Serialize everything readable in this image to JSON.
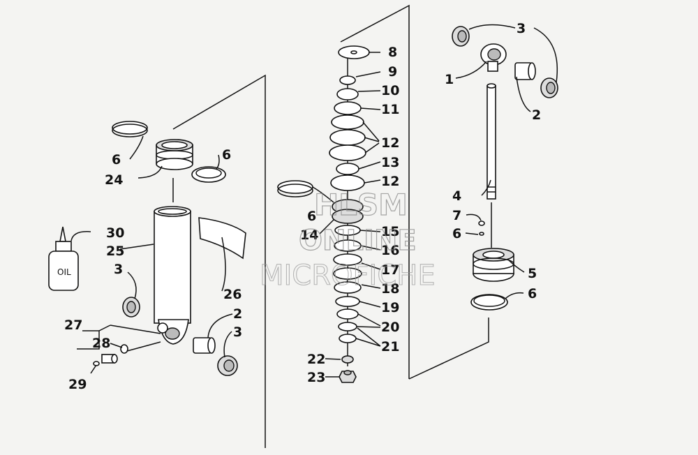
{
  "watermark": {
    "line1": "HLSM",
    "line2": "ONLINE",
    "line3": "MICROFICHE"
  },
  "oil_bottle_label": "OIL",
  "callouts": {
    "c1": "1",
    "c2a": "2",
    "c2b": "2",
    "c3a": "3",
    "c3b": "3",
    "c3c": "3",
    "c4": "4",
    "c5": "5",
    "c6a": "6",
    "c6b": "6",
    "c6c": "6",
    "c6d": "6",
    "c6e": "6",
    "c7": "7",
    "c8": "8",
    "c9": "9",
    "c10": "10",
    "c11": "11",
    "c12a": "12",
    "c12b": "12",
    "c13": "13",
    "c14": "14",
    "c15": "15",
    "c16": "16",
    "c17": "17",
    "c18": "18",
    "c19": "19",
    "c20": "20",
    "c21": "21",
    "c22": "22",
    "c23": "23",
    "c24": "24",
    "c25": "25",
    "c26": "26",
    "c27": "27",
    "c28": "28",
    "c29": "29",
    "c30": "30"
  }
}
